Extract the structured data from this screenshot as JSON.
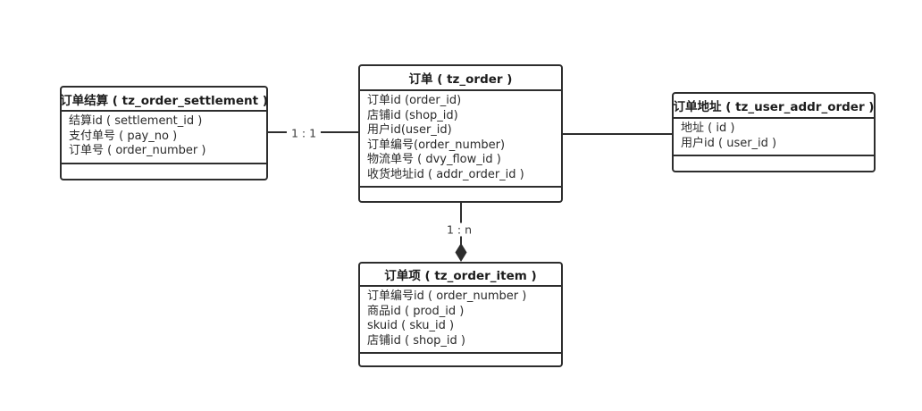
{
  "diagram": {
    "entities": [
      {
        "name": "order_settlement",
        "title": "订单结算 ( tz_order_settlement )",
        "fields": [
          "结算id ( settlement_id )",
          "支付单号 ( pay_no )",
          "订单号 ( order_number )"
        ]
      },
      {
        "name": "order",
        "title": "订单 ( tz_order )",
        "fields": [
          "订单id (order_id)",
          "店铺id (shop_id)",
          "用户id(user_id)",
          "订单编号(order_number)",
          "物流单号 ( dvy_flow_id )",
          "收货地址id ( addr_order_id )"
        ]
      },
      {
        "name": "user_addr_order",
        "title": "订单地址 ( tz_user_addr_order )",
        "fields": [
          "地址 ( id )",
          "用户id ( user_id )"
        ]
      },
      {
        "name": "order_item",
        "title": "订单项 ( tz_order_item )",
        "fields": [
          "订单编号id ( order_number )",
          "商品id ( prod_id )",
          "skuid ( sku_id )",
          "店铺id ( shop_id )"
        ]
      }
    ],
    "connectors": [
      {
        "from": "订单结算",
        "to": "订单",
        "label": "1 : 1",
        "end_marker": "none"
      },
      {
        "from": "订单",
        "to": "订单地址",
        "label": "",
        "end_marker": "none"
      },
      {
        "from": "订单",
        "to": "订单项",
        "label": "1 : n",
        "end_marker": "filled-diamond"
      }
    ],
    "colors": {
      "border": "#2d2d2d",
      "text": "#2a2a2a",
      "background": "#ffffff"
    }
  }
}
